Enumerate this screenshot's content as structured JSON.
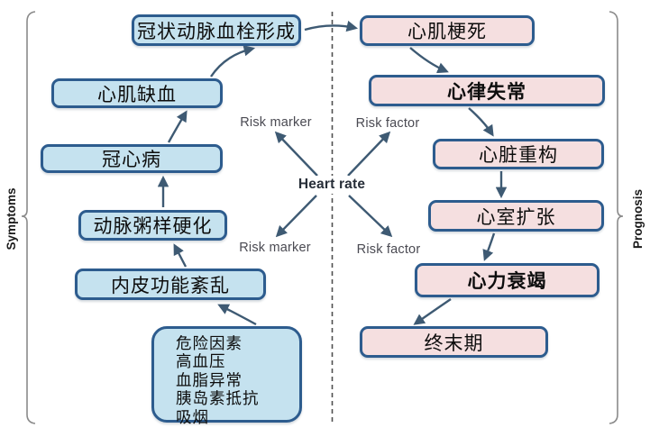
{
  "diagram": {
    "side_labels": {
      "left": "Symptoms",
      "right": "Prognosis"
    },
    "center": {
      "label": "Heart rate",
      "top_left": "Risk marker",
      "top_right": "Risk factor",
      "bottom_left": "Risk marker",
      "bottom_right": "Risk factor"
    },
    "symptoms_chain": [
      {
        "label": "冠状动脉血栓形成",
        "bold": false
      },
      {
        "label": "心肌缺血",
        "bold": false
      },
      {
        "label": "冠心病",
        "bold": false
      },
      {
        "label": "动脉粥样硬化",
        "bold": false
      },
      {
        "label": "内皮功能紊乱",
        "bold": false
      }
    ],
    "risk_factors": {
      "lines": [
        "危险因素",
        "高血压",
        "血脂异常",
        "胰岛素抵抗",
        "吸烟"
      ]
    },
    "prognosis_chain": [
      {
        "label": "心肌梗死",
        "bold": false
      },
      {
        "label": "心律失常",
        "bold": true
      },
      {
        "label": "心脏重构",
        "bold": false
      },
      {
        "label": "心室扩张",
        "bold": false
      },
      {
        "label": "心力衰竭",
        "bold": true
      },
      {
        "label": "终末期",
        "bold": false
      }
    ],
    "colors": {
      "symptom_box_fill": "#c5e2ef",
      "prognosis_box_fill": "#f5dfe0",
      "box_border": "#2d5c8e",
      "arrow": "#3e5a73",
      "divider": "#4f4f4f",
      "bracket": "#8a8a8a"
    }
  }
}
